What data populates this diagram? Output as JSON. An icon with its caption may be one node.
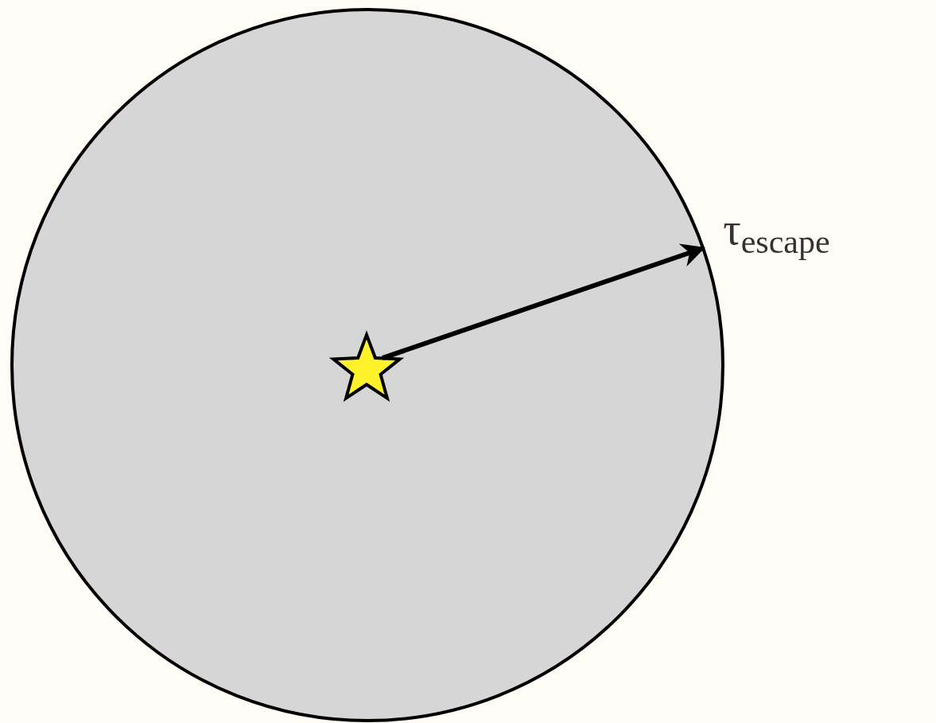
{
  "diagram": {
    "nodes": [
      {
        "text": [],
        "shape": "circle"
      },
      {
        "text": [],
        "shape": "star",
        "in": 0
      }
    ],
    "edges": [
      {
        "from": 1,
        "to": 0,
        "arrow": "to",
        "label": "τ$_{escape}$"
      }
    ]
  }
}
